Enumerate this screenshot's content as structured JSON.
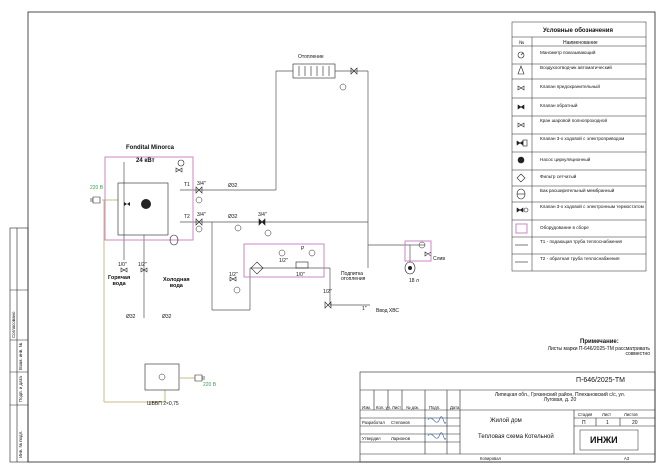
{
  "legend": {
    "title": "Условные обозначения",
    "col_num": "№",
    "col_name": "Наименование",
    "items": [
      {
        "icon": "manometer-icon",
        "label": "Манометр показывающий"
      },
      {
        "icon": "air-vent-icon",
        "label": "Воздухоотводчик автоматический"
      },
      {
        "icon": "safety-valve-icon",
        "label": "Клапан предохранительный"
      },
      {
        "icon": "check-valve-icon",
        "label": "Клапан обратный"
      },
      {
        "icon": "ball-valve-icon",
        "label": "Кран шаровой полнопроходной"
      },
      {
        "icon": "three-way-valve-electric-icon",
        "label": "Клапан 3-х ходовой с электроприводом"
      },
      {
        "icon": "circulation-pump-icon",
        "label": "Насос циркуляционный"
      },
      {
        "icon": "mesh-filter-icon",
        "label": "Фильтр сетчатый"
      },
      {
        "icon": "expansion-tank-icon",
        "label": "Бак расширительный мембранный"
      },
      {
        "icon": "three-way-valve-thermostat-icon",
        "label": "Клапан 3-х ходовой с электронным термостатом"
      },
      {
        "icon": "assembly-box-icon",
        "label": "Оборудование в сборе"
      },
      {
        "icon": "supply-line-icon",
        "label": "Т1 - подающая труба теплоснабжения"
      },
      {
        "icon": "return-line-icon",
        "label": "Т2 - обратная труба теплоснабжения"
      }
    ]
  },
  "diagram": {
    "boiler_name": "Fondital Minorca",
    "boiler_power": "24 кВт",
    "heating_label": "Отопление",
    "t1": "T1",
    "t2": "T2",
    "pipe_d32_a": "Ø32",
    "pipe_d32_b": "Ø32",
    "pipe_d32_c": "Ø32",
    "pipe_d32_d": "Ø32",
    "size_34_a": "3/4\"",
    "size_34_b": "3/4\"",
    "size_34_c": "3/4\"",
    "size_12_a": "1/2\"",
    "size_12_b": "1/2\"",
    "size_12_c": "1/2\"",
    "size_12_d": "1/2\"",
    "size_10_a": "1/0\"",
    "size_10_b": "1/0\"",
    "size_1": "1\"",
    "voltage_a": "220 В",
    "voltage_b": "220 В",
    "hot_water": "Горячая\nвода",
    "cold_water": "Холодная\nвода",
    "heating_feed": "Подпитка\nотопления",
    "water_input": "Ввод ХВС",
    "drain": "Слив",
    "tank_volume": "18 л",
    "cabinet_label": "ШВВП 2×0,75",
    "p_label": "P"
  },
  "note": {
    "title": "Примечание:",
    "text": "Листы марки П-646/2025-ТМ рассматривать совместно"
  },
  "stamp": {
    "code": "П-646/2025-ТМ",
    "address": "Липецкая обл., Грязинский район, Плехановский с/с, ул. Луговая, д. 20",
    "object": "Жилой дом",
    "sheet_title": "Тепловая схема Котельной",
    "hdr_izm": "Изм.",
    "hdr_kol": "Кол. уч.",
    "hdr_list": "Лист",
    "hdr_doc": "№ док.",
    "hdr_sign": "Подп.",
    "hdr_date": "Дата",
    "role_dev": "Разработал",
    "role_appr": "Утвердил",
    "name_dev": "Степанов",
    "name_appr": "Ларионов",
    "stage_hdr": "Стадия",
    "sheet_hdr": "Лист",
    "sheets_hdr": "Листов",
    "stage_val": "П",
    "sheet_val": "1",
    "sheets_val": "20",
    "company_logo": "ИНЖИ",
    "copied": "Копировал",
    "format": "А3"
  },
  "side": {
    "agreed": "Согласовано",
    "inv_orig": "Инв. № подл.",
    "sign_date": "Подп. и дата",
    "inv_repl": "Взам. инв. №"
  }
}
